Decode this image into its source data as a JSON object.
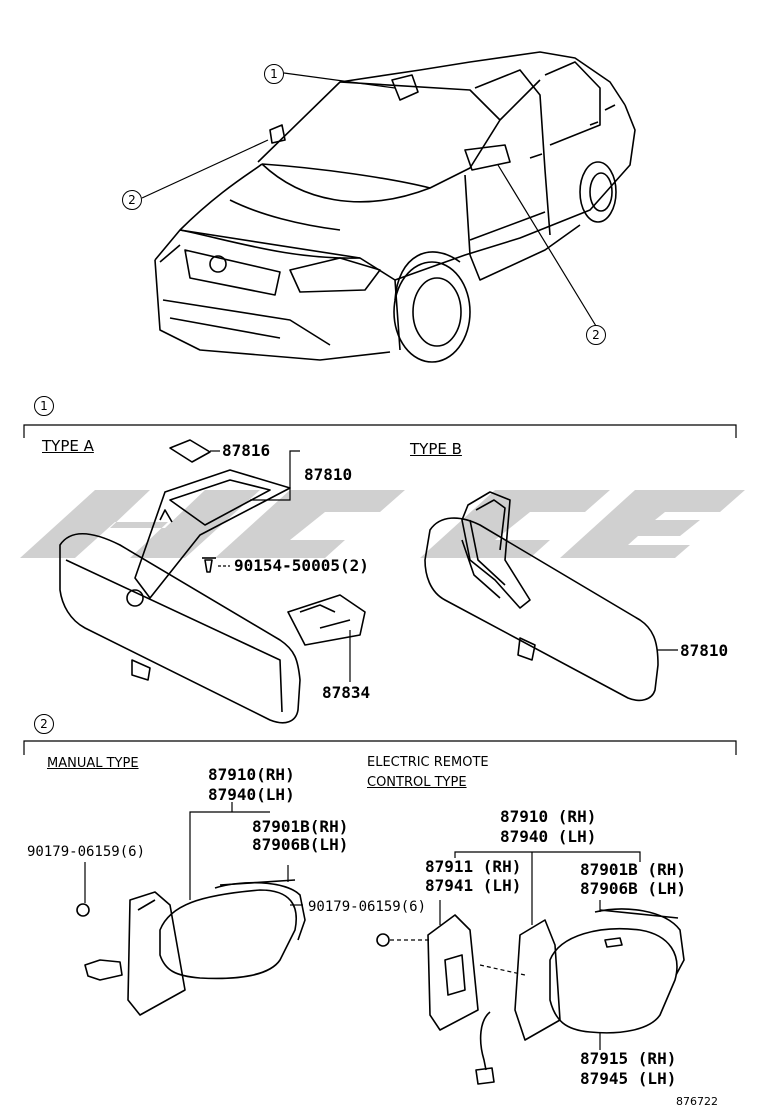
{
  "callouts": {
    "one": "1",
    "two": "2"
  },
  "section1": {
    "type_a": "TYPE A",
    "type_b": "TYPE B",
    "parts": {
      "p87816": "87816",
      "p87810_a": "87810",
      "p90154": "90154-50005(2)",
      "p87834": "87834",
      "p87810_b": "87810"
    }
  },
  "section2": {
    "manual_type": "MANUAL TYPE",
    "electric_line1": "ELECTRIC REMOTE",
    "electric_line2": "CONTROL TYPE",
    "manual_parts": {
      "p87910": "87910(RH)",
      "p87940": "87940(LH)",
      "p87901b": "87901B(RH)",
      "p87906b": "87906B(LH)",
      "p90179_left": "90179-06159(6)",
      "p90179_mid": "90179-06159(6)"
    },
    "electric_parts": {
      "p87910": "87910 (RH)",
      "p87940": "87940 (LH)",
      "p87911": "87911 (RH)",
      "p87941": "87941 (LH)",
      "p87901b": "87901B (RH)",
      "p87906b": "87906B (LH)",
      "p87915": "87915 (RH)",
      "p87945": "87945 (LH)"
    }
  },
  "watermark": {
    "color": "#c8c8c8"
  },
  "doc_number": "876722"
}
